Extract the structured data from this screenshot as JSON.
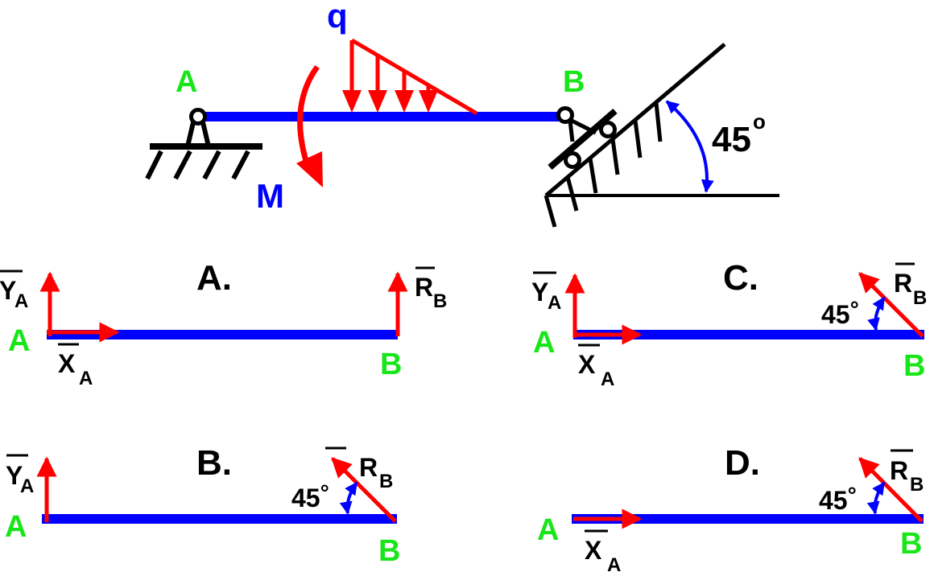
{
  "colors": {
    "beam": "#0000ff",
    "force": "#ff0000",
    "support": "#000000",
    "point_label": "#19e619",
    "load_label": "#0000ff",
    "angle_arc": "#0000ff"
  },
  "problem": {
    "point_a": "A",
    "point_b": "B",
    "distributed_load": "q",
    "moment": "M",
    "incline_angle": "45",
    "degree_symbol": "o"
  },
  "options": [
    {
      "id": "A",
      "title": "A.",
      "point_a": "A",
      "point_b": "B",
      "forces": {
        "ya": "Y",
        "ya_sub": "A",
        "xa": "X",
        "xa_sub": "A",
        "rb": "R",
        "rb_sub": "B"
      },
      "angle": ""
    },
    {
      "id": "B",
      "title": "B.",
      "point_a": "A",
      "point_b": "B",
      "forces": {
        "ya": "Y",
        "ya_sub": "A",
        "rb": "R",
        "rb_sub": "B"
      },
      "angle": "45",
      "degree": "°"
    },
    {
      "id": "C",
      "title": "C.",
      "point_a": "A",
      "point_b": "B",
      "forces": {
        "ya": "Y",
        "ya_sub": "A",
        "xa": "X",
        "xa_sub": "A",
        "rb": "R",
        "rb_sub": "B"
      },
      "angle": "45",
      "degree": "°"
    },
    {
      "id": "D",
      "title": "D.",
      "point_a": "A",
      "point_b": "B",
      "forces": {
        "xa": "X",
        "xa_sub": "A",
        "rb": "R",
        "rb_sub": "B"
      },
      "angle": "45",
      "degree": "°"
    }
  ]
}
